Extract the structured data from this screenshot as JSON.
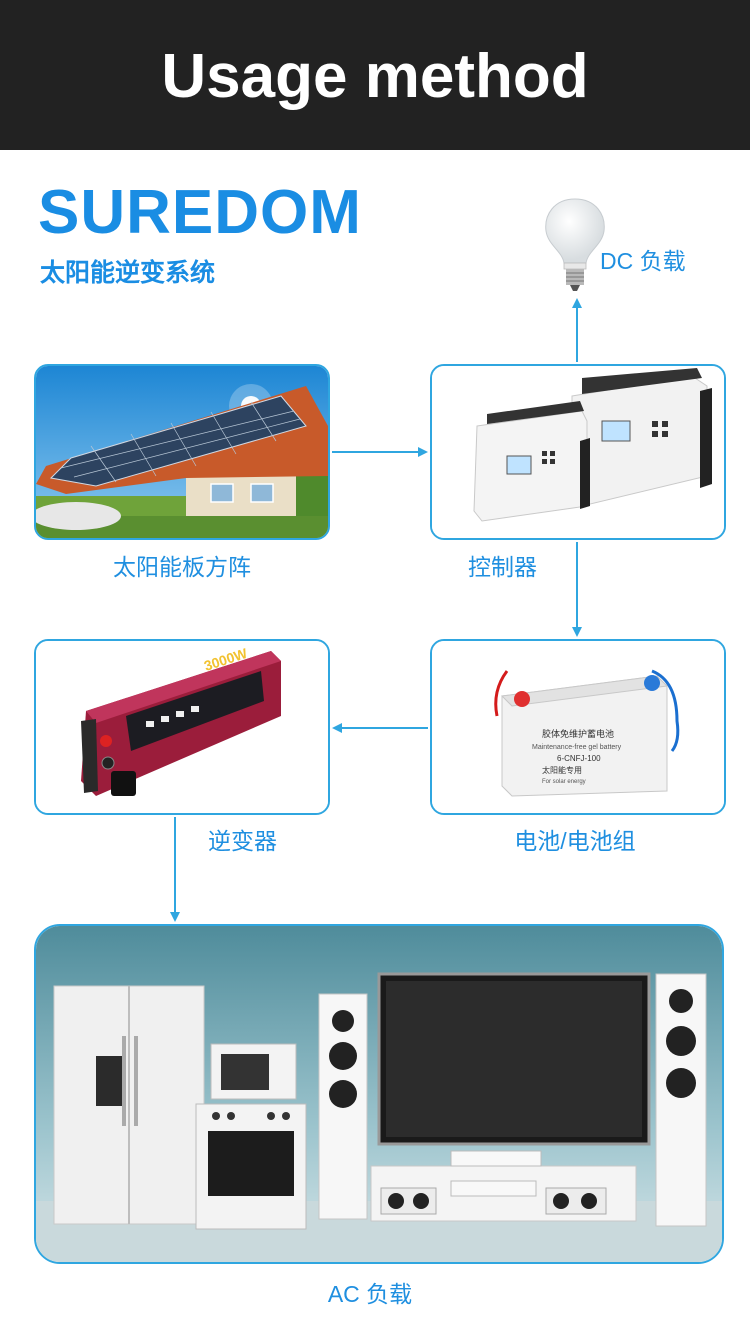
{
  "header": {
    "title": "Usage method"
  },
  "brand": {
    "name": "SUREDOM",
    "subtitle": "太阳能逆变系统"
  },
  "nodes": {
    "solar_panel": {
      "label": "太阳能板方阵"
    },
    "controller": {
      "label": "控制器"
    },
    "dc_load": {
      "label": "DC 负载"
    },
    "battery": {
      "label": "电池/电池组",
      "battery_text": [
        "胶体免维护蓄电池",
        "Maintenance-free gel battery",
        "6-CNFJ-100",
        "太阳能专用",
        "For solar energy"
      ]
    },
    "inverter": {
      "label": "逆变器",
      "inverter_text": "3000W"
    },
    "ac_load": {
      "label": "AC 负载"
    }
  },
  "colors": {
    "accent": "#1a8de3",
    "header_bg": "#222222",
    "box_border": "#2fa6e0"
  }
}
